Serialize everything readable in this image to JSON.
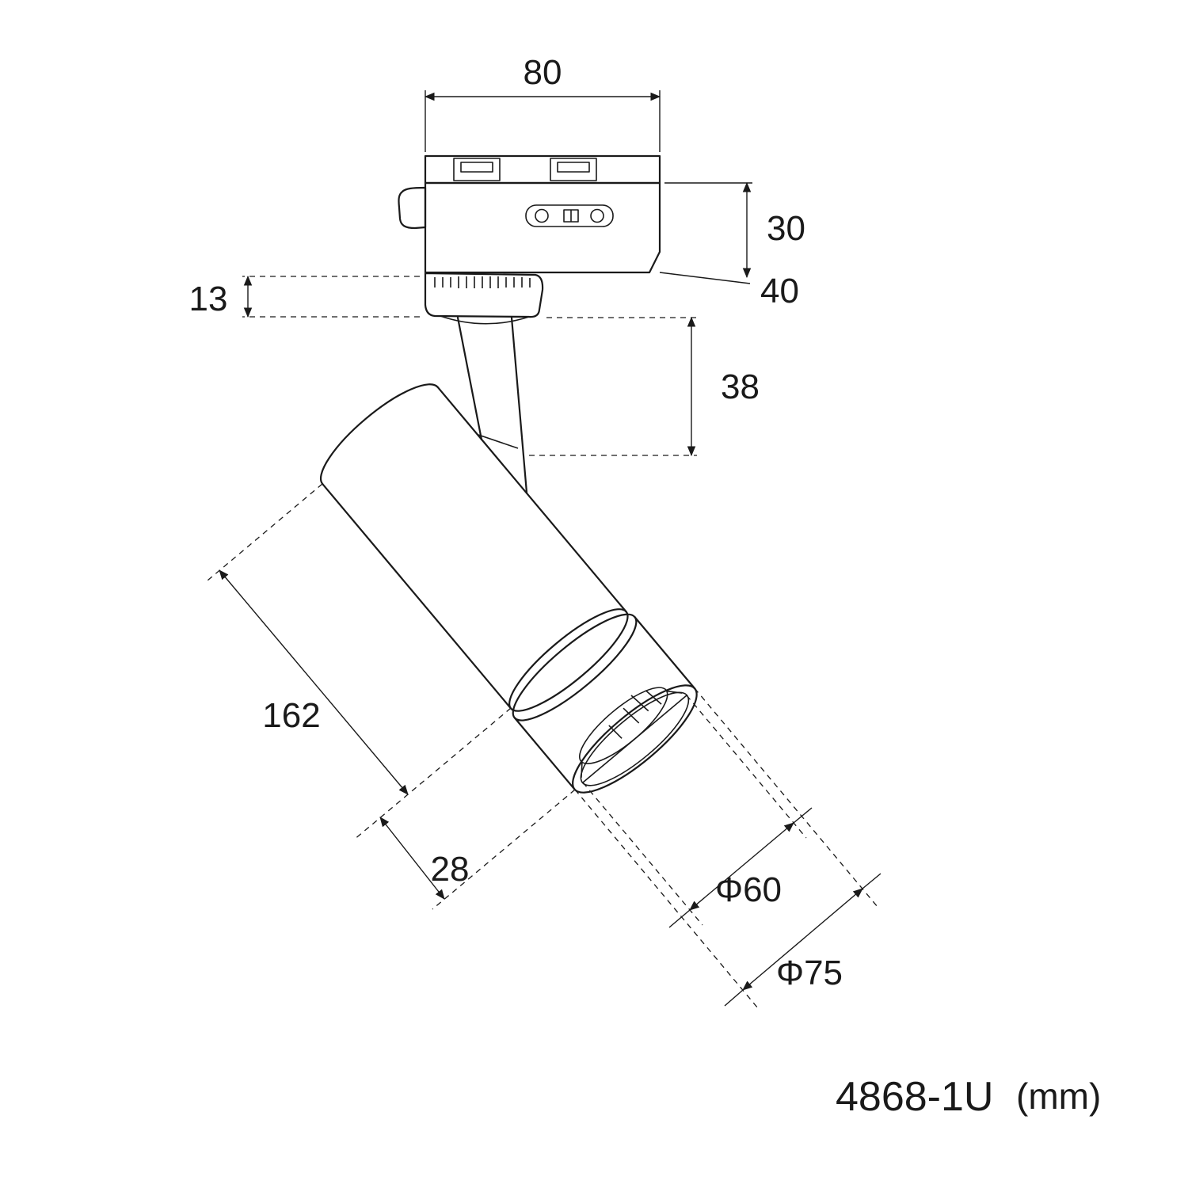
{
  "drawing": {
    "model_number": "4868-1U",
    "units_label": "(mm)",
    "dimensions": {
      "track_adapter_width": "80",
      "adapter_body_height": "30",
      "adapter_depth": "40",
      "dial_ring_height": "13",
      "stem_length": "38",
      "body_length": "162",
      "bezel_length": "28",
      "inner_diameter": "Φ60",
      "outer_diameter": "Φ75"
    },
    "style": {
      "line_color": "#1a1a1a",
      "background_color": "#ffffff"
    }
  }
}
